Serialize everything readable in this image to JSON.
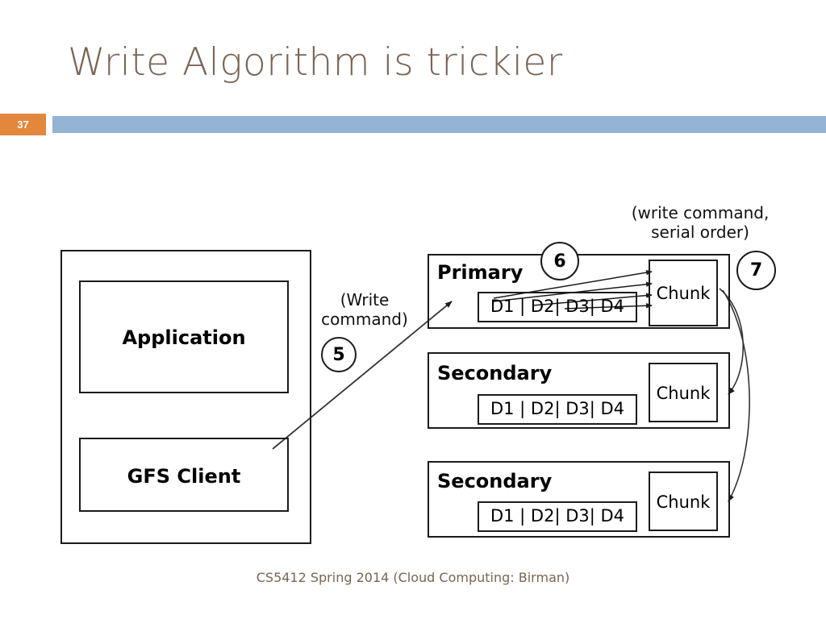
{
  "slide": {
    "title": "Write Algorithm is trickier",
    "page_number": "37",
    "footer": "CS5412 Spring 2014 (Cloud Computing: Birman)",
    "accent_orange": "#e3873c",
    "accent_blue": "#93b4d4",
    "title_color": "#7a6455"
  },
  "diagram": {
    "client": {
      "application_label": "Application",
      "gfs_client_label": "GFS Client"
    },
    "servers": [
      {
        "role_label": "Primary",
        "data_label": "D1 | D2| D3| D4",
        "chunk_label": "Chunk"
      },
      {
        "role_label": "Secondary",
        "data_label": "D1 | D2| D3| D4",
        "chunk_label": "Chunk"
      },
      {
        "role_label": "Secondary",
        "data_label": "D1 | D2| D3| D4",
        "chunk_label": "Chunk"
      }
    ],
    "annotations": {
      "write_command": "(Write\ncommand)",
      "serial_order": "(write command,\nserial order)"
    },
    "steps": [
      {
        "number": "5"
      },
      {
        "number": "6"
      },
      {
        "number": "7"
      }
    ]
  }
}
